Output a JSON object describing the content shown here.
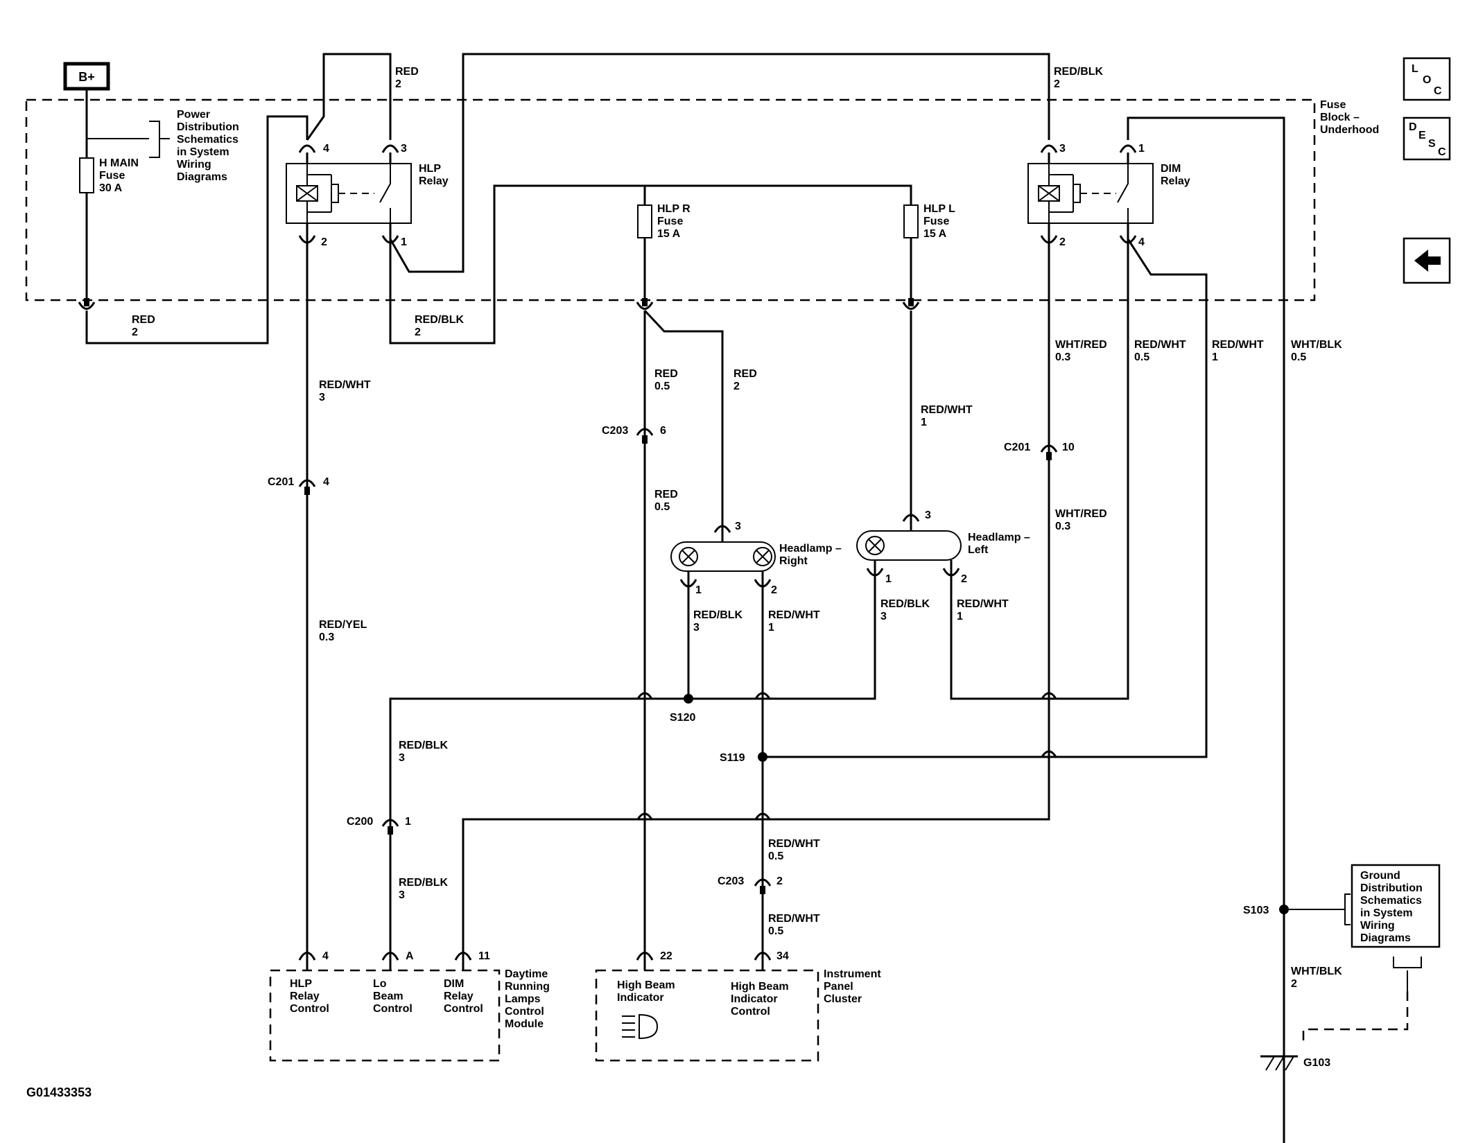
{
  "diagram_id": "G01433353",
  "battery": "B+",
  "icons": {
    "loc": [
      "L",
      "O",
      "C"
    ],
    "desc": [
      "D",
      "E",
      "S",
      "C"
    ],
    "back_icon": "left-arrow-icon"
  },
  "fuse_block": [
    "Fuse",
    "Block –",
    "Underhood"
  ],
  "power_dist": [
    "Power",
    "Distribution",
    "Schematics",
    "in System",
    "Wiring",
    "Diagrams"
  ],
  "ground_dist": [
    "Ground",
    "Distribution",
    "Schematics",
    "in System",
    "Wiring",
    "Diagrams"
  ],
  "fuses": {
    "hmain": [
      "H MAIN",
      "Fuse",
      "30 A"
    ],
    "hlpr": [
      "HLP R",
      "Fuse",
      "15 A"
    ],
    "hlpl": [
      "HLP L",
      "Fuse",
      "15 A"
    ]
  },
  "relays": {
    "hlp": [
      "HLP",
      "Relay"
    ],
    "dim": [
      "DIM",
      "Relay"
    ]
  },
  "pins": {
    "hlp4": "4",
    "hlp3": "3",
    "hlp2": "2",
    "hlp1": "1",
    "dim3": "3",
    "dim1": "1",
    "dim2": "2",
    "dim4": "4",
    "hr3": "3",
    "hr1": "1",
    "hr2": "2",
    "hl3": "3",
    "hl1": "1",
    "hl2": "2",
    "drl4": "4",
    "drlA": "A",
    "drl11": "11",
    "ipc22": "22",
    "ipc34": "34"
  },
  "connectors": {
    "c201a": [
      "C201",
      "4"
    ],
    "c203a": [
      "C203",
      "6"
    ],
    "c201b": [
      "C201",
      "10"
    ],
    "c200": [
      "C200",
      "1"
    ],
    "c203b": [
      "C203",
      "2"
    ]
  },
  "splices": {
    "s120": "S120",
    "s119": "S119",
    "s103": "S103"
  },
  "ground": "G103",
  "wires": {
    "w_red2_top": [
      "RED",
      "2"
    ],
    "w_redblk2_top": [
      "RED/BLK",
      "2"
    ],
    "w_red2_bot": [
      "RED",
      "2"
    ],
    "w_redblk2_bot": [
      "RED/BLK",
      "2"
    ],
    "w_redwht3": [
      "RED/WHT",
      "3"
    ],
    "w_redyel": [
      "RED/YEL",
      "0.3"
    ],
    "w_red05a": [
      "RED",
      "0.5"
    ],
    "w_red2_hr": [
      "RED",
      "2"
    ],
    "w_red05b": [
      "RED",
      "0.5"
    ],
    "w_redwht1_hl": [
      "RED/WHT",
      "1"
    ],
    "w_whtred03a": [
      "WHT/RED",
      "0.3"
    ],
    "w_whtred03b": [
      "WHT/RED",
      "0.3"
    ],
    "w_redwht05_dim": [
      "RED/WHT",
      "0.5"
    ],
    "w_redwht1_dim": [
      "RED/WHT",
      "1"
    ],
    "w_whtblk05": [
      "WHT/BLK",
      "0.5"
    ],
    "w_whtblk2": [
      "WHT/BLK",
      "2"
    ],
    "w_redblk3_hr": [
      "RED/BLK",
      "3"
    ],
    "w_redwht1_hr": [
      "RED/WHT",
      "1"
    ],
    "w_redblk3_hl": [
      "RED/BLK",
      "3"
    ],
    "w_redwht1_hl2": [
      "RED/WHT",
      "1"
    ],
    "w_redblk3_c200a": [
      "RED/BLK",
      "3"
    ],
    "w_redblk3_c200b": [
      "RED/BLK",
      "3"
    ],
    "w_redwht05_c203a": [
      "RED/WHT",
      "0.5"
    ],
    "w_redwht05_c203b": [
      "RED/WHT",
      "0.5"
    ]
  },
  "headlamps": {
    "right": [
      "Headlamp –",
      "Right"
    ],
    "left": [
      "Headlamp –",
      "Left"
    ]
  },
  "modules": {
    "drl": [
      "Daytime",
      "Running",
      "Lamps",
      "Control",
      "Module"
    ],
    "drl_hlp": [
      "HLP",
      "Relay",
      "Control"
    ],
    "drl_lo": [
      "Lo",
      "Beam",
      "Control"
    ],
    "drl_dim": [
      "DIM",
      "Relay",
      "Control"
    ],
    "ipc": [
      "Instrument",
      "Panel",
      "Cluster"
    ],
    "ipc_hbi": [
      "High Beam",
      "Indicator"
    ],
    "ipc_hbic": [
      "High Beam",
      "Indicator",
      "Control"
    ]
  }
}
